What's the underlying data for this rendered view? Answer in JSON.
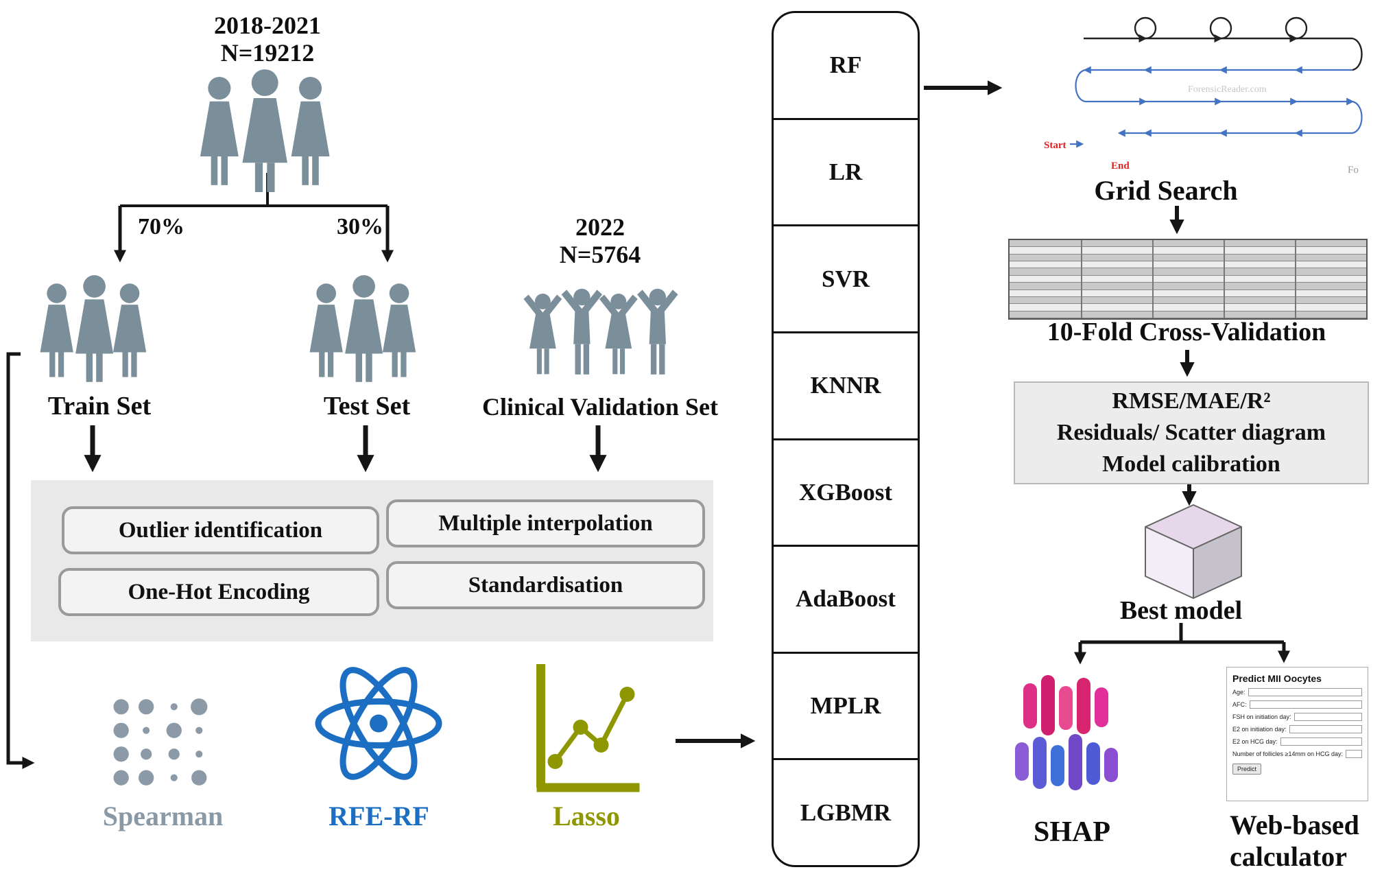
{
  "cohorts": {
    "main": {
      "years": "2018-2021",
      "n": "N=19212"
    },
    "train": {
      "split": "70%",
      "label": "Train Set"
    },
    "test": {
      "split": "30%",
      "label": "Test Set"
    },
    "validation": {
      "years": "2022",
      "n": "N=5764",
      "label": "Clinical Validation Set"
    }
  },
  "preprocessing": {
    "items": [
      "Outlier identification",
      "Multiple interpolation",
      "One-Hot Encoding",
      "Standardisation"
    ]
  },
  "feature_selection": {
    "items": [
      {
        "label": "Spearman",
        "color": "#8a99a6"
      },
      {
        "label": "RFE-RF",
        "color": "#1b6ec2"
      },
      {
        "label": "Lasso",
        "color": "#8f9700"
      }
    ]
  },
  "models": {
    "items": [
      "RF",
      "LR",
      "SVR",
      "KNNR",
      "XGBoost",
      "AdaBoost",
      "MPLR",
      "LGBMR"
    ]
  },
  "tuning": {
    "grid_search": {
      "label": "Grid Search",
      "start": "Start",
      "end": "End",
      "corner": "Fo",
      "watermark": "ForensicReader.com"
    },
    "cross_validation": {
      "label": "10-Fold Cross-Validation"
    },
    "evaluation": {
      "lines": [
        "RMSE/MAE/R²",
        "Residuals/ Scatter diagram",
        "Model calibration"
      ]
    },
    "best_model": {
      "label": "Best model"
    }
  },
  "outputs": {
    "shap": {
      "label": "SHAP"
    },
    "calculator": {
      "label_line1": "Web-based",
      "label_line2": "calculator",
      "title": "Predict MII Oocytes",
      "fields": [
        "Age:",
        "AFC:",
        "FSH on initiation day:",
        "E2 on initiation day:",
        "E2 on HCG day:",
        "Number of follicles ≥14mm on HCG day:"
      ],
      "button": "Predict"
    }
  },
  "colors": {
    "figure": "#7b8f9b",
    "panel_bg": "#e9e9e9",
    "arrow": "#151515"
  }
}
